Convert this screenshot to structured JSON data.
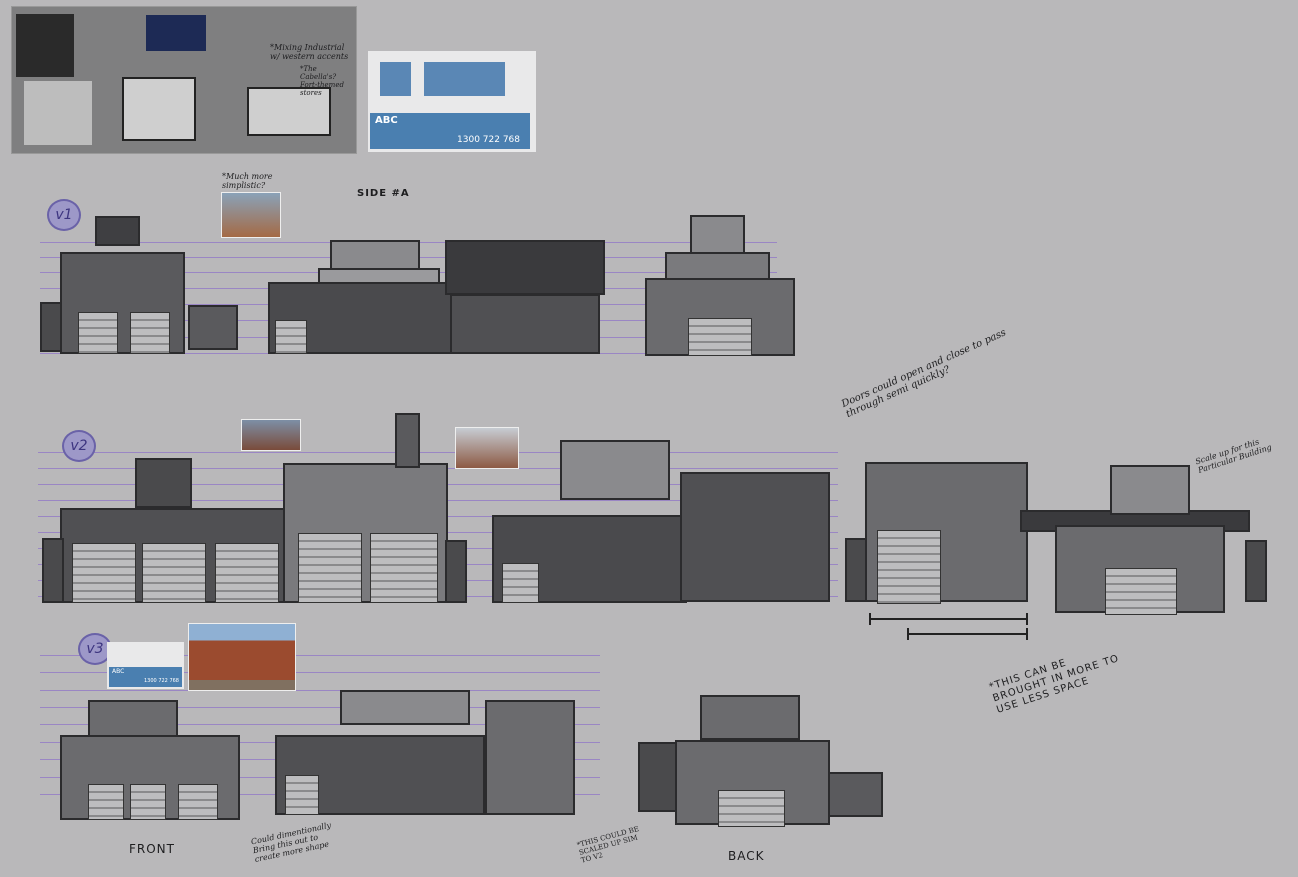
{
  "reference_board": {
    "notes": [
      "*Mixing Industrial w/ western accents",
      "*The Cabella's? Fort-themed stores"
    ]
  },
  "sign_reference": {
    "brand": "ABC",
    "phone": "1300 722 768",
    "brand_color": "#4a7fb0"
  },
  "v1": {
    "label": "v1",
    "note": "*Much more simplistic?",
    "side_label": "SIDE #A"
  },
  "v2": {
    "label": "v2",
    "doors_note": "Doors could open and close to pass through semi quickly?",
    "scale_note": "Scale up for this Particular Building",
    "space_note": "*THIS CAN BE BROUGHT IN MORE TO USE LESS SPACE"
  },
  "v3": {
    "label": "v3",
    "sign_brand": "ABC",
    "sign_phone": "1300 722 768",
    "front_label": "FRONT",
    "dimension_note": "Could dimentionally Bring this out to create more shape",
    "scale_note": "*THIS COULD BE SCALED UP SIM TO V2",
    "back_label": "BACK"
  },
  "colors": {
    "guide_lines": "#9a86c4",
    "background": "#b9b8ba",
    "building_dark": "#4a4a4d",
    "building_mid": "#6b6b6e"
  }
}
